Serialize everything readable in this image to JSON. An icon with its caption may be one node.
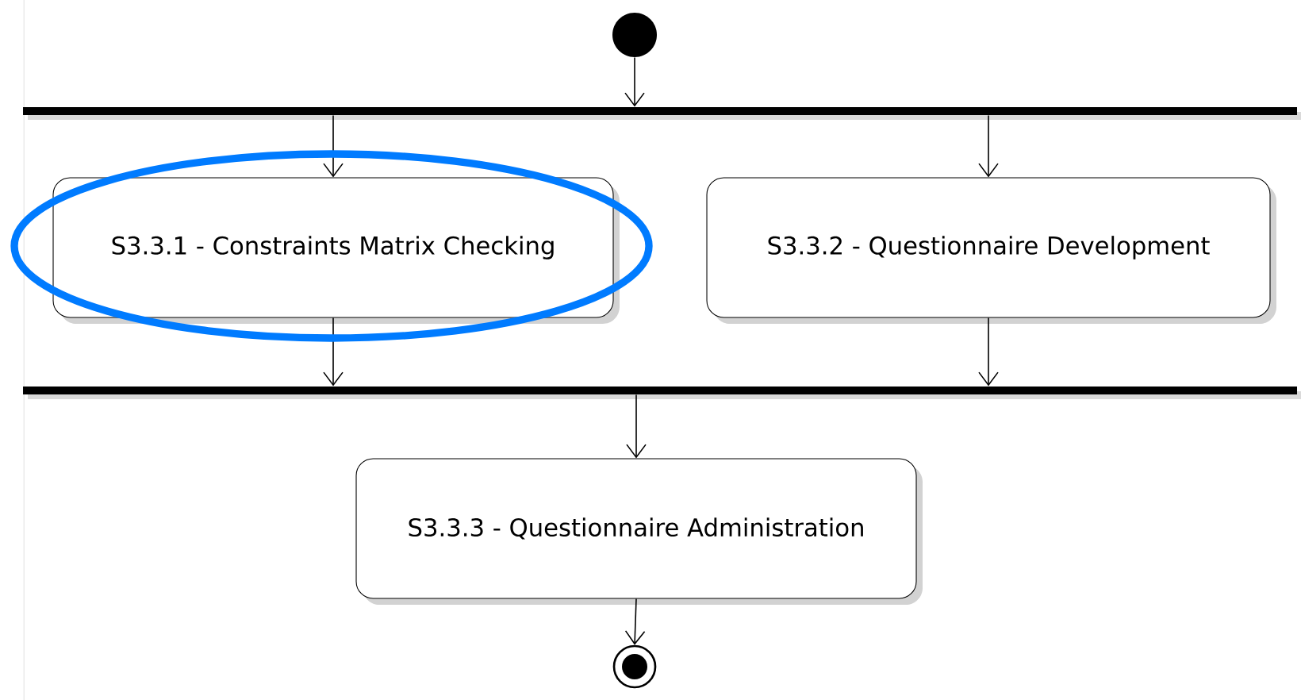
{
  "diagram": {
    "nodes": [
      {
        "text": [],
        "shape": "circle"
      },
      {
        "text": [],
        "shape": "bar"
      },
      {
        "text": [
          "S3.3.1 - Constraints Matrix Checking"
        ]
      },
      {
        "text": [
          "S3.3.2 - Questionnaire Development"
        ]
      },
      {
        "text": [],
        "shape": "bar"
      },
      {
        "text": [
          "S3.3.3 - Questionnaire Administration"
        ]
      },
      {
        "text": [],
        "shape": "bullseye"
      }
    ],
    "edges": [
      {
        "from": 0,
        "to": 1,
        "arrow": "to"
      },
      {
        "from": 1,
        "to": 2,
        "arrow": "to"
      },
      {
        "from": 1,
        "to": 3,
        "arrow": "to"
      },
      {
        "from": 2,
        "to": 4,
        "arrow": "to"
      },
      {
        "from": 3,
        "to": 4,
        "arrow": "to"
      },
      {
        "from": 4,
        "to": 5,
        "arrow": "to"
      },
      {
        "from": 5,
        "to": 6,
        "arrow": "to"
      }
    ]
  }
}
